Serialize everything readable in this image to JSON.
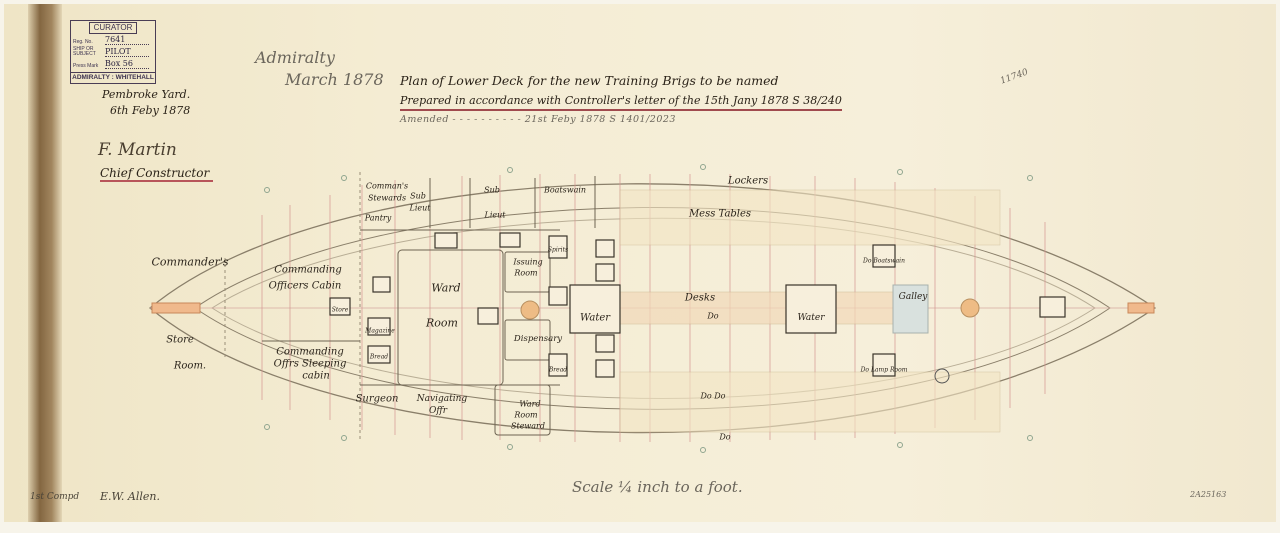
{
  "stamp": {
    "header": "CURATOR",
    "reg_no_label": "Reg. No.",
    "reg_no": "7641",
    "ship_label": "SHIP OR SUBJECT",
    "ship": "PILOT",
    "press_mark_label": "Press Mark",
    "press_mark": "Box 56",
    "footer": "ADMIRALTY : WHITEHALL"
  },
  "origin": {
    "yard": "Pembroke Yard.",
    "date": "6th Feby 1878",
    "signature": "F. Martin",
    "role": "Chief Constructor"
  },
  "admiralty_note": {
    "line1": "Admiralty",
    "line2": "March 1878"
  },
  "title": {
    "line1": "Plan of Lower Deck for the new Training Brigs to be named",
    "line2": "Prepared in accordance with Controller's letter of the 15th Jany 1878 S 38/240",
    "line3": "Amended - - - - - - - - - - 21st Feby 1878 S 1401/2023",
    "side_number": "11740"
  },
  "rooms": {
    "commanders": "Commander's",
    "store_room_1": "Store",
    "store_room_2": "Room.",
    "co_cabin_1": "Commanding",
    "co_cabin_2": "Officers Cabin",
    "co_sleeping_1": "Commanding",
    "co_sleeping_2": "Offrs Sleeping",
    "co_sleeping_3": "cabin",
    "stewards_1": "Comman's",
    "stewards_2": "Stewards",
    "pantry": "Pantry",
    "sub_lieut_a_1": "Sub",
    "sub_lieut_a_2": "Lieut",
    "sub_lieut_b_1": "Sub",
    "sub_lieut_b_2": "Lieut",
    "boatswain": "Boatswain",
    "lockers": "Lockers",
    "mess_tables": "Mess Tables",
    "ward_room_1": "Ward",
    "ward_room_2": "Room",
    "issuing_1": "Issuing",
    "issuing_2": "Room",
    "dispensary": "Dispensary",
    "magazine": "Magazine",
    "bread_a": "Bread",
    "bread_b": "Bread",
    "spirits": "Spirits",
    "desks": "Desks",
    "desks_ditto": "Do",
    "ditto_lower": "Do Do",
    "ditto_bottom": "Do",
    "water_a": "Water",
    "water_b": "Water",
    "galley": "Galley",
    "surgeon": "Surgeon",
    "nav_off_1": "Navigating",
    "nav_off_2": "Offr",
    "wr_steward_1": "Ward",
    "wr_steward_2": "Room",
    "wr_steward_3": "Steward",
    "boatswains_store": "Do Boatswain",
    "lamp_room": "Do Lamp Room",
    "store": "Store"
  },
  "footer": {
    "scale": "Scale ¼ inch to a foot.",
    "initials": "1st Compd",
    "checker": "E.W. Allen.",
    "catalogue": "2A25163"
  },
  "colors": {
    "paper": "#f4ecd3",
    "ink": "#2a2218",
    "red_ink": "#b8555a",
    "hatch": "#e9b98a"
  }
}
